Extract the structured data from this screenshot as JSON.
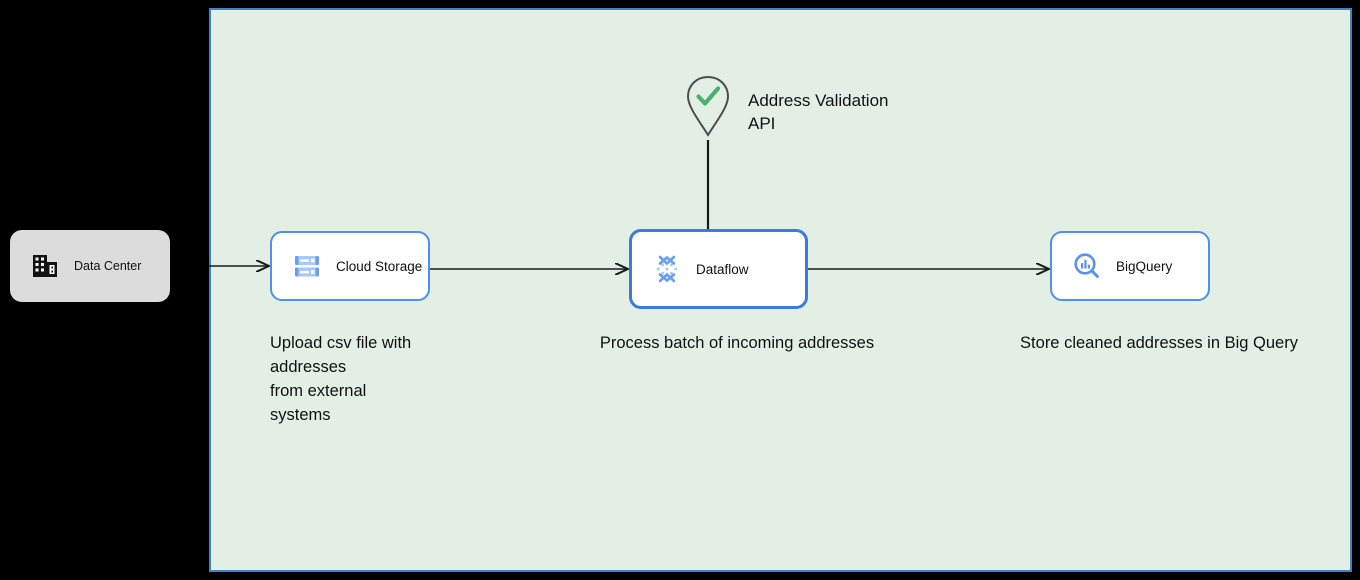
{
  "canvas": {
    "background": "#000000",
    "container": {
      "name": "architecture-group",
      "fill": "#e3efe4",
      "stroke": "#3d85c8"
    }
  },
  "nodes": [
    {
      "id": "data-center",
      "label": "Data Center",
      "icon": "building-icon",
      "style": "grey-rounded",
      "fill": "#dcdcdc"
    },
    {
      "id": "cloud-storage",
      "label": "Cloud Storage",
      "icon": "cloud-storage-icon",
      "style": "gcp-card",
      "stroke": "#4d90f0",
      "selected": false
    },
    {
      "id": "dataflow",
      "label": "Dataflow",
      "icon": "dataflow-icon",
      "style": "gcp-card",
      "stroke": "#3a7be0",
      "selected": true
    },
    {
      "id": "bigquery",
      "label": "BigQuery",
      "icon": "bigquery-icon",
      "style": "gcp-card",
      "stroke": "#4d90f0",
      "selected": false
    }
  ],
  "marker": {
    "id": "address-validation-api",
    "label": "Address Validation\nAPI",
    "icon": "map-pin-check-icon",
    "check_color": "#4caf72",
    "pin_color": "#4d4d4d"
  },
  "captions": [
    {
      "id": "caption-cloud-storage",
      "text": "Upload csv file with\naddresses\nfrom external\nsystems"
    },
    {
      "id": "caption-dataflow",
      "text": "Process batch of incoming addresses"
    },
    {
      "id": "caption-bigquery",
      "text": "Store cleaned addresses in Big Query"
    }
  ],
  "edges": [
    {
      "id": "edge-data-center-to-cloud-storage",
      "from": "data-center",
      "to": "cloud-storage",
      "arrow": "open",
      "color": "#1a1a1a"
    },
    {
      "id": "edge-cloud-storage-to-dataflow",
      "from": "cloud-storage",
      "to": "dataflow",
      "arrow": "open",
      "color": "#1a1a1a"
    },
    {
      "id": "edge-dataflow-to-bigquery",
      "from": "dataflow",
      "to": "bigquery",
      "arrow": "open",
      "color": "#1a1a1a"
    },
    {
      "id": "edge-address-validation-to-dataflow",
      "from": "address-validation-api",
      "to": "dataflow",
      "arrow": "none",
      "color": "#1a1a1a"
    }
  ]
}
